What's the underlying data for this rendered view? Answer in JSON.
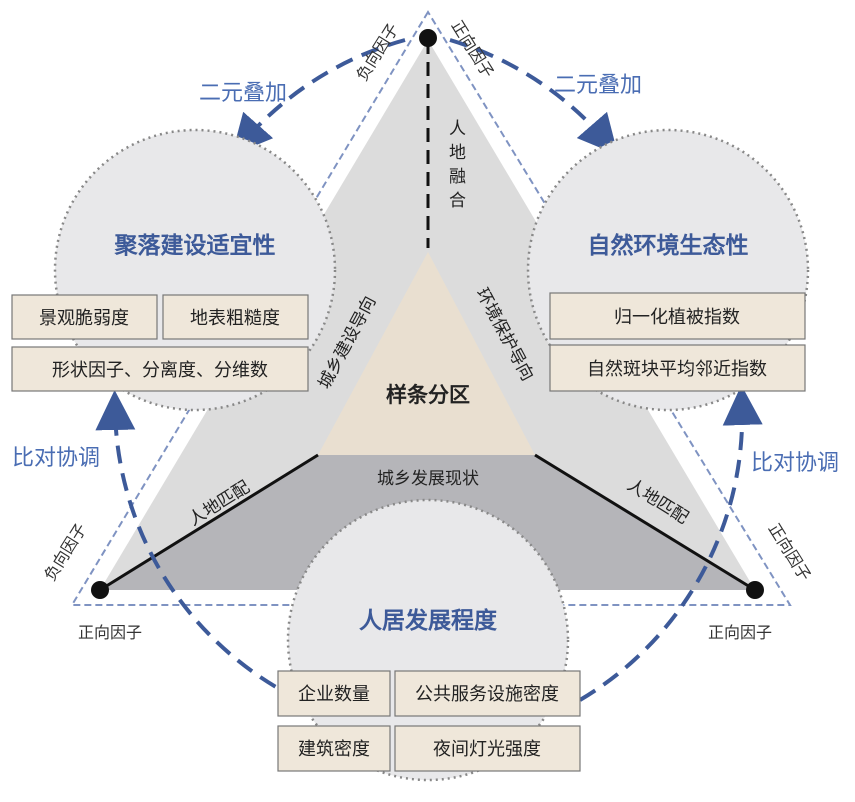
{
  "center_label": "样条分区",
  "base_label": "城乡发展现状",
  "left_inner_label": "城乡建设导向",
  "right_inner_label": "环境保护导向",
  "vertical_label": "人地融合",
  "left_edge_label": "人地匹配",
  "right_edge_label": "人地匹配",
  "overlay_left": "二元叠加",
  "overlay_right": "二元叠加",
  "coordinate_left": "比对协调",
  "coordinate_right": "比对协调",
  "factors": {
    "top_left": "负向因子",
    "top_right": "正向因子",
    "left_upper": "负向因子",
    "left_lower": "正向因子",
    "right_upper": "正向因子",
    "right_lower": "正向因子"
  },
  "circles": {
    "left": {
      "title": "聚落建设适宜性",
      "boxes": [
        "景观脆弱度",
        "地表粗糙度",
        "形状因子、分离度、分维数"
      ]
    },
    "right": {
      "title": "自然环境生态性",
      "boxes": [
        "归一化植被指数",
        "自然斑块平均邻近指数"
      ]
    },
    "bottom": {
      "title": "人居发展程度",
      "boxes": [
        "企业数量",
        "公共服务设施密度",
        "建筑密度",
        "夜间灯光强度"
      ]
    }
  },
  "colors": {
    "accent_blue": "#3d5a99",
    "arrow_blue": "#3d5a99",
    "triangle_gray": "#dcdcdc",
    "inner_triangle": "#e9dfd0",
    "box_fill": "#efe7da"
  }
}
